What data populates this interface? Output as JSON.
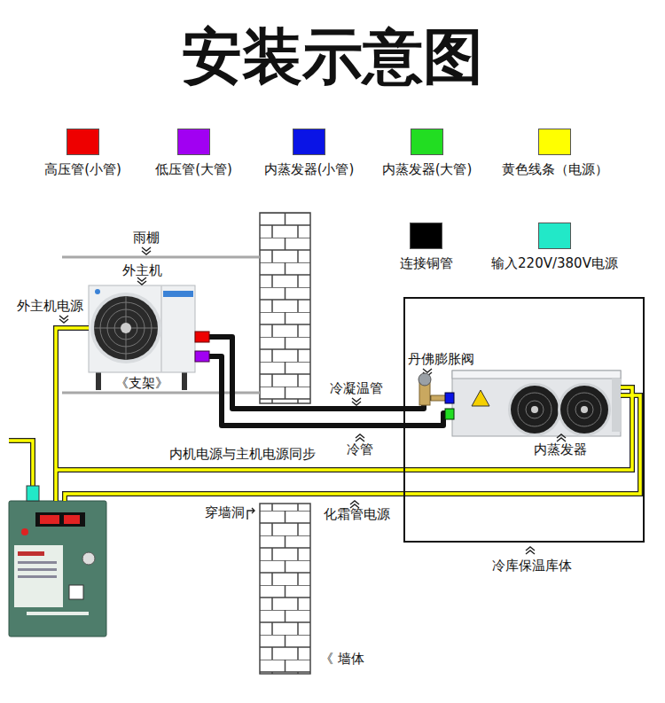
{
  "diagram": {
    "title": "安装示意图",
    "nodes": [
      {
        "text": [
          "外主机"
        ]
      },
      {
        "text": [
          "冷库保温库体"
        ]
      },
      {
        "text": [
          "内蒸发器"
        ],
        "in": 1
      }
    ],
    "edges": [
      {
        "from": 0,
        "to": 2,
        "arrow": "none",
        "label": "冷凝温管"
      },
      {
        "from": 0,
        "to": 2,
        "arrow": "none",
        "label": "冷管"
      }
    ],
    "labels": [
      "雨棚",
      "外主机电源",
      "《支架》",
      "丹佛膨胀阀",
      "内机电源与主机电源同步",
      "穿墙洞",
      "化霜管电源",
      "《 墙体"
    ],
    "legend": [
      {
        "text": "高压管(小管)",
        "color": "#ee0000"
      },
      {
        "text": "低压管(大管)",
        "color": "#a100f2"
      },
      {
        "text": "内蒸发器(小管)",
        "color": "#0a14e6"
      },
      {
        "text": "内蒸发器(大管)",
        "color": "#22dd22"
      },
      {
        "text": "黄色线条（电源）",
        "color": "#ffff00"
      },
      {
        "text": "连接铜管",
        "color": "#000000"
      },
      {
        "text": "输入220V/380V电源",
        "color": "#22e8c8"
      }
    ]
  }
}
